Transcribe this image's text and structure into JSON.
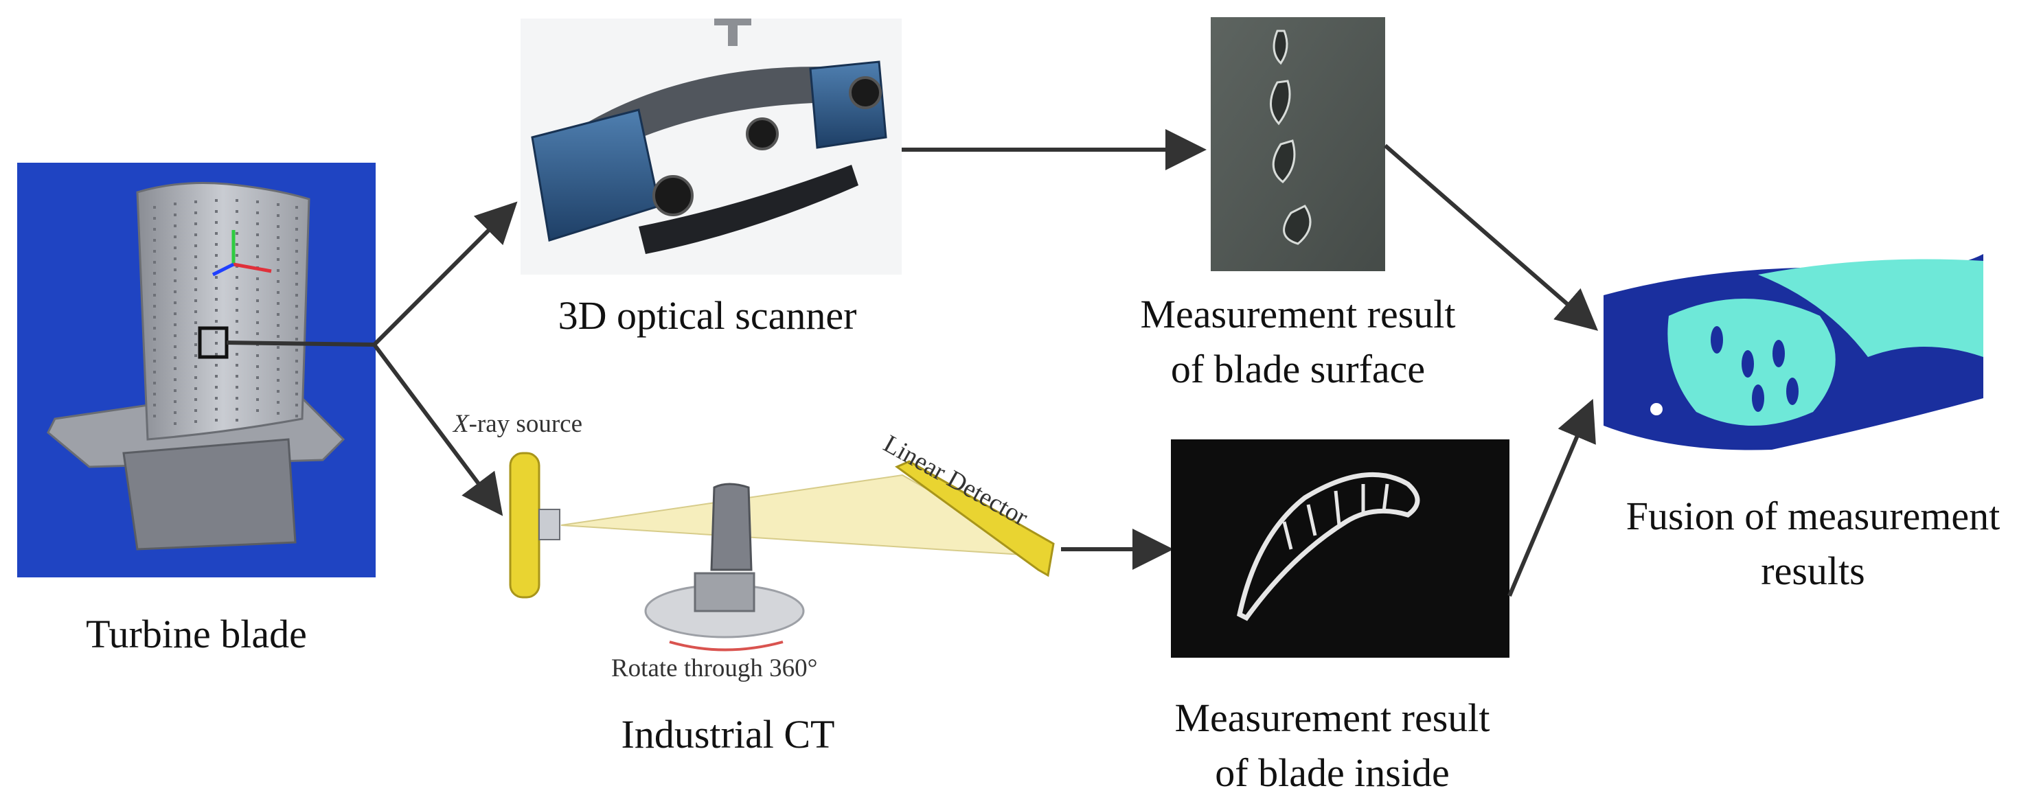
{
  "labels": {
    "turbine_blade": "Turbine blade",
    "optical_scanner": "3D optical scanner",
    "industrial_ct": "Industrial CT",
    "surface_result_line1": "Measurement result",
    "surface_result_line2": "of blade surface",
    "inside_result_line1": "Measurement result",
    "inside_result_line2": "of blade inside",
    "fusion_line1": "Fusion of measurement",
    "fusion_line2": "results"
  },
  "ct_setup": {
    "xray_italic": "X",
    "xray_rest": "-ray source",
    "detector": "Linear Detector",
    "rotate": "Rotate through 360°"
  },
  "colors": {
    "blade_background": "#1f44c2",
    "arrow": "#333333",
    "xray_beam": "#f6eebd",
    "detector": "#e9d431",
    "fusion_dark": "#1a2f9e",
    "fusion_light": "#6ee8d8"
  }
}
